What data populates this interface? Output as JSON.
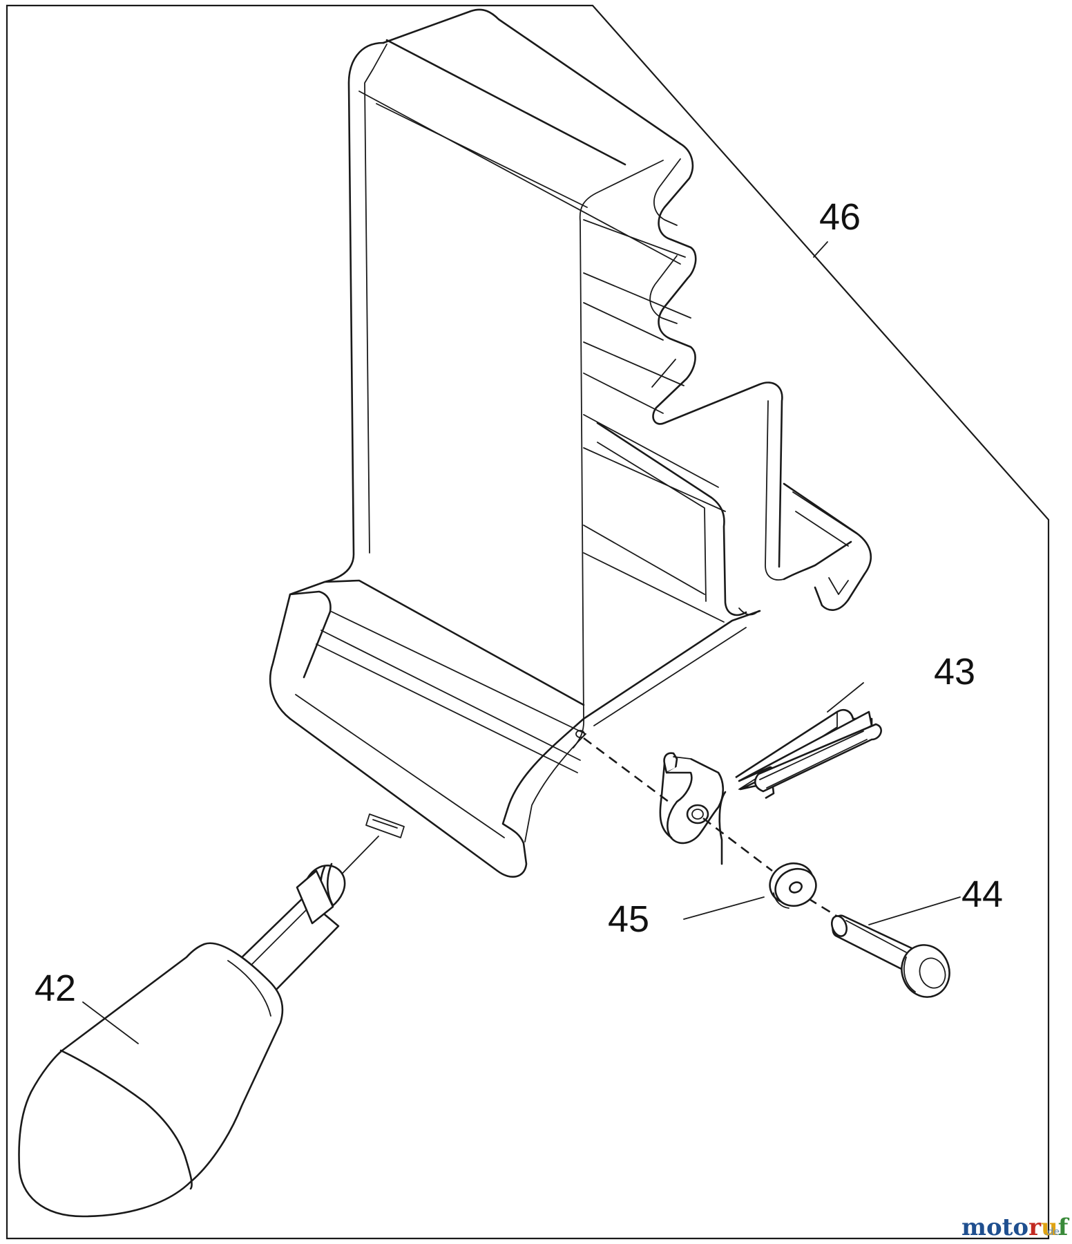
{
  "callouts": [
    {
      "id": "42",
      "label": "42"
    },
    {
      "id": "43",
      "label": "43"
    },
    {
      "id": "44",
      "label": "44"
    },
    {
      "id": "45",
      "label": "45"
    },
    {
      "id": "46",
      "label": "46"
    }
  ],
  "watermark": {
    "letters": [
      {
        "ch": "m",
        "color": "#1f4f8f"
      },
      {
        "ch": "o",
        "color": "#1f4f8f"
      },
      {
        "ch": "t",
        "color": "#1f4f8f"
      },
      {
        "ch": "o",
        "color": "#1f4f8f"
      },
      {
        "ch": "r",
        "color": "#c22a22"
      },
      {
        "ch": "u",
        "color": "#e0a312"
      },
      {
        "ch": "f",
        "color": "#3a8a3a"
      }
    ],
    "suffix": ".de"
  }
}
